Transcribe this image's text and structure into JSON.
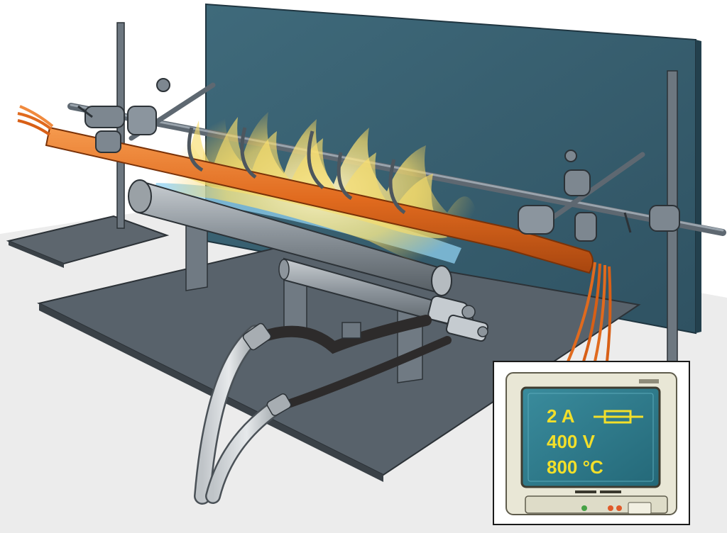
{
  "illustration": {
    "subject": "cable fire resistance test rig",
    "colors": {
      "background": "#ffffff",
      "floor": "#ececec",
      "backboard": "#3d6475",
      "table": "#55606a",
      "cable": "#e06a1e",
      "flame_yellow": "#f4d24a",
      "flame_blue": "#8fd0f0",
      "screen": "#2e7a8c",
      "screen_text": "#f2df2a",
      "monitor_case": "#e9e7d6"
    }
  },
  "monitor": {
    "current": "2 A",
    "voltage": "400 V",
    "temperature": "800 °C",
    "fuse_icon": "fuse-symbol-icon",
    "indicator_colors": [
      "#46a246",
      "#e05a2a",
      "#e05a2a"
    ]
  }
}
